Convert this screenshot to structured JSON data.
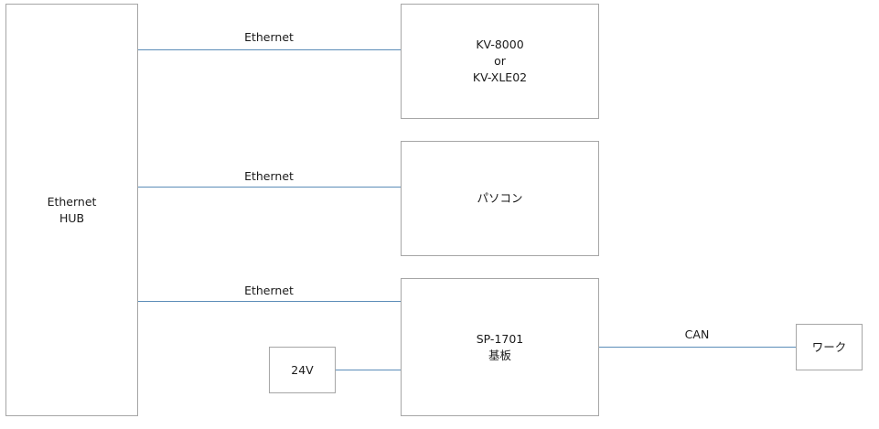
{
  "hub": {
    "lines": [
      "Ethernet",
      "HUB"
    ]
  },
  "plc": {
    "lines": [
      "KV-8000",
      "or",
      "KV-XLE02"
    ]
  },
  "pc": {
    "lines": [
      "パソコン"
    ]
  },
  "board": {
    "lines": [
      "SP-1701",
      "基板"
    ]
  },
  "power": {
    "label": "24V"
  },
  "work": {
    "label": "ワーク"
  },
  "connections": {
    "hub_to_plc": "Ethernet",
    "hub_to_pc": "Ethernet",
    "hub_to_board": "Ethernet",
    "board_to_work": "CAN"
  },
  "colors": {
    "line": "#5b8db8",
    "box_border": "#a6a6a6"
  }
}
